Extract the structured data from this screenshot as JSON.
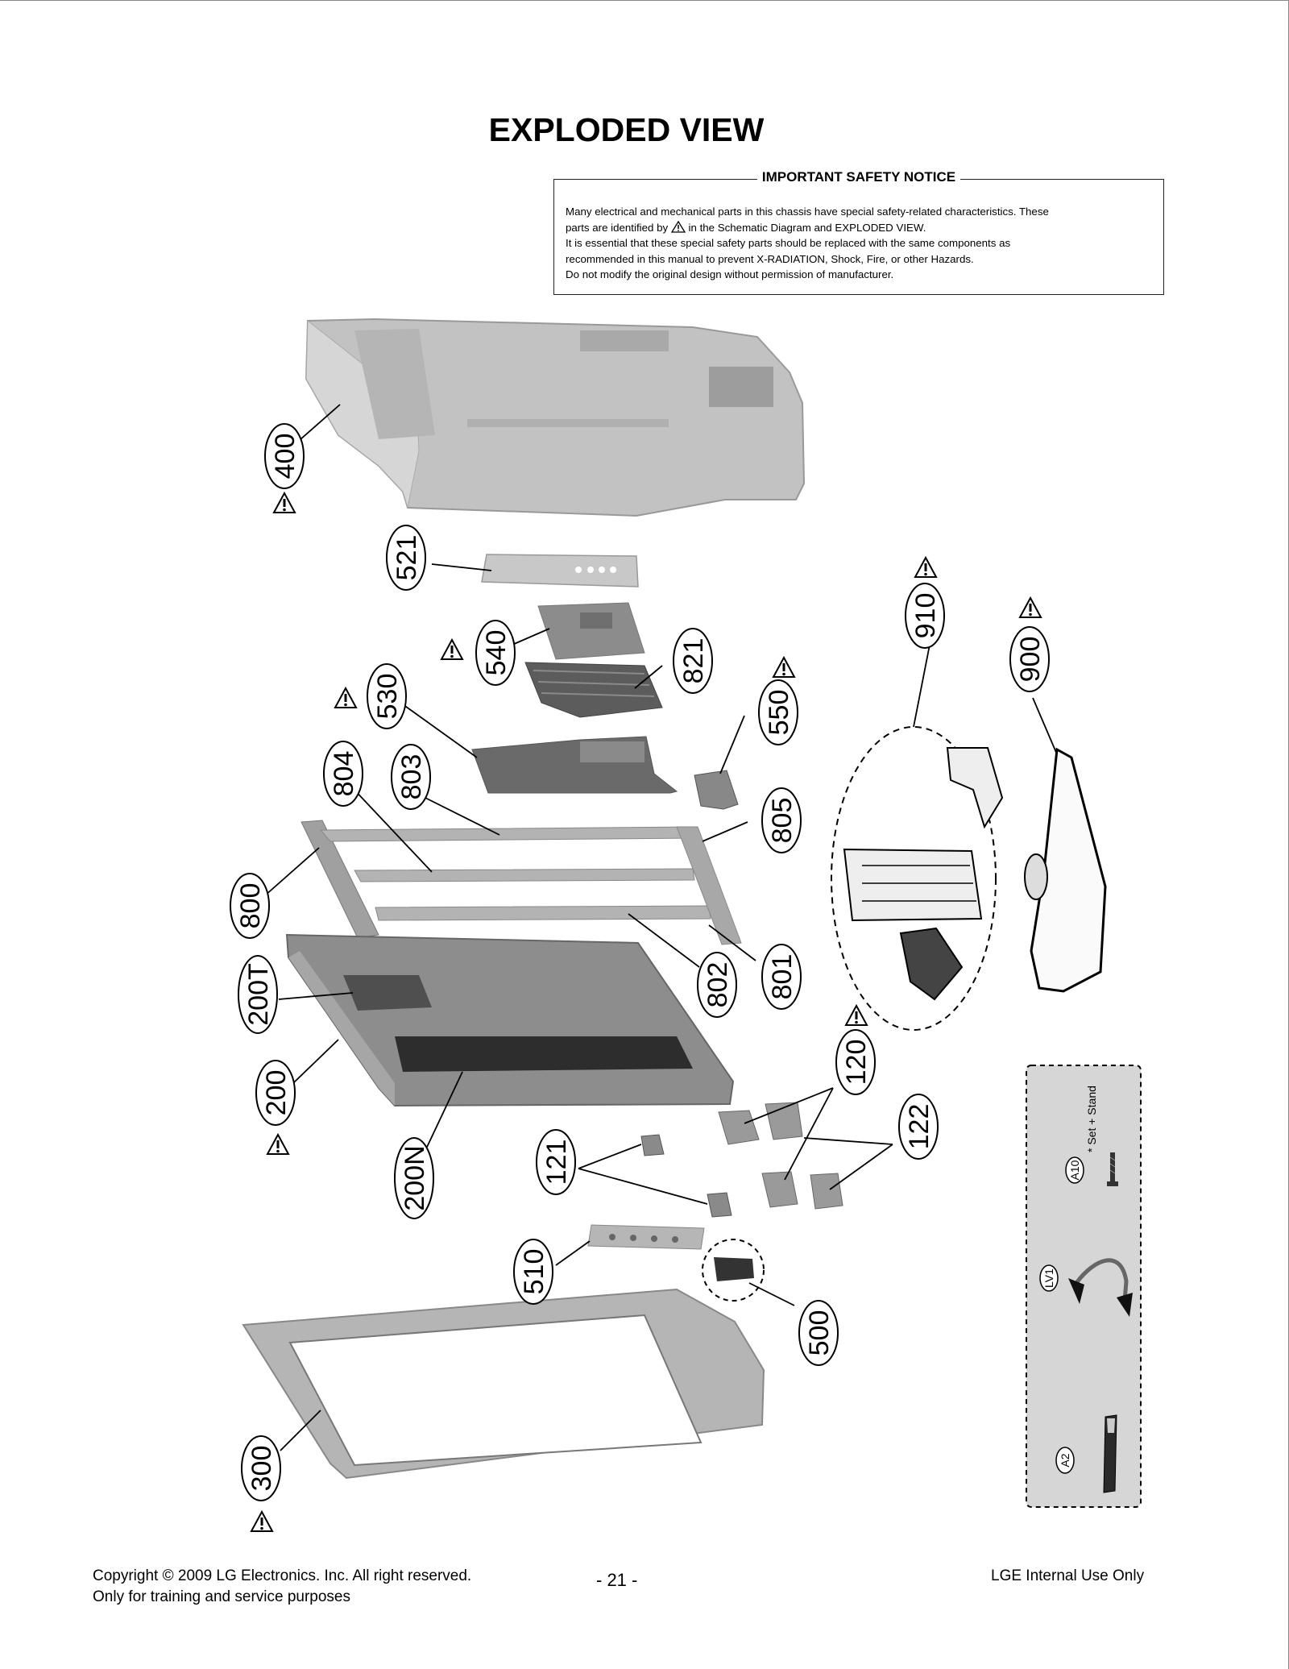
{
  "title": "EXPLODED VIEW",
  "notice": {
    "heading": "IMPORTANT SAFETY NOTICE",
    "line1": "Many electrical and mechanical parts in this chassis have special safety-related characteristics. These",
    "line2_pre": "parts are identified by",
    "line2_post": "in the Schematic Diagram and EXPLODED VIEW.",
    "line3": "It is essential that these special safety parts should be replaced with the same components as",
    "line4": "recommended in this manual to prevent X-RADIATION, Shock, Fire, or other Hazards.",
    "line5": "Do not modify the original design without permission of manufacturer."
  },
  "callouts": {
    "c400": "400",
    "c521": "521",
    "c540": "540",
    "c821": "821",
    "c530": "530",
    "c550": "550",
    "c804": "804",
    "c803": "803",
    "c805": "805",
    "c800": "800",
    "c200T": "200T",
    "c200": "200",
    "c200N": "200N",
    "c802": "802",
    "c801": "801",
    "c120": "120",
    "c122": "122",
    "c121": "121",
    "c510": "510",
    "c500": "500",
    "c300": "300",
    "c910": "910",
    "c900": "900"
  },
  "accessory_kit": {
    "a10": "A10",
    "a10_note": "* Set + Stand",
    "lv1": "LV1",
    "a2": "A2"
  },
  "footer": {
    "copyright_line1": "Copyright © 2009 LG Electronics. Inc. All right reserved.",
    "copyright_line2": "Only for training and service purposes",
    "page_number": "- 21 -",
    "internal_use": "LGE Internal Use Only"
  }
}
